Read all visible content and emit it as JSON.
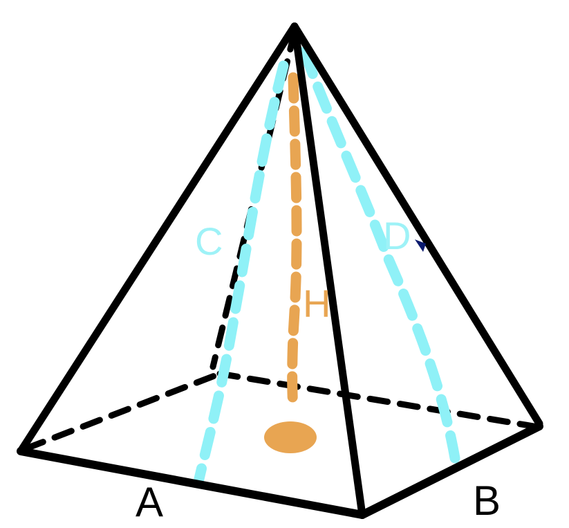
{
  "labels": {
    "A": "A",
    "B": "B",
    "C": "C",
    "D": "D",
    "H": "H"
  },
  "colors": {
    "edge": "#000000",
    "slant_height": "#8ff1f7",
    "height": "#e8a552",
    "label_dark": "#000000",
    "label_cyan": "#9ef2f7",
    "label_orange": "#e8a552",
    "marker_navy": "#0a1a6e"
  }
}
